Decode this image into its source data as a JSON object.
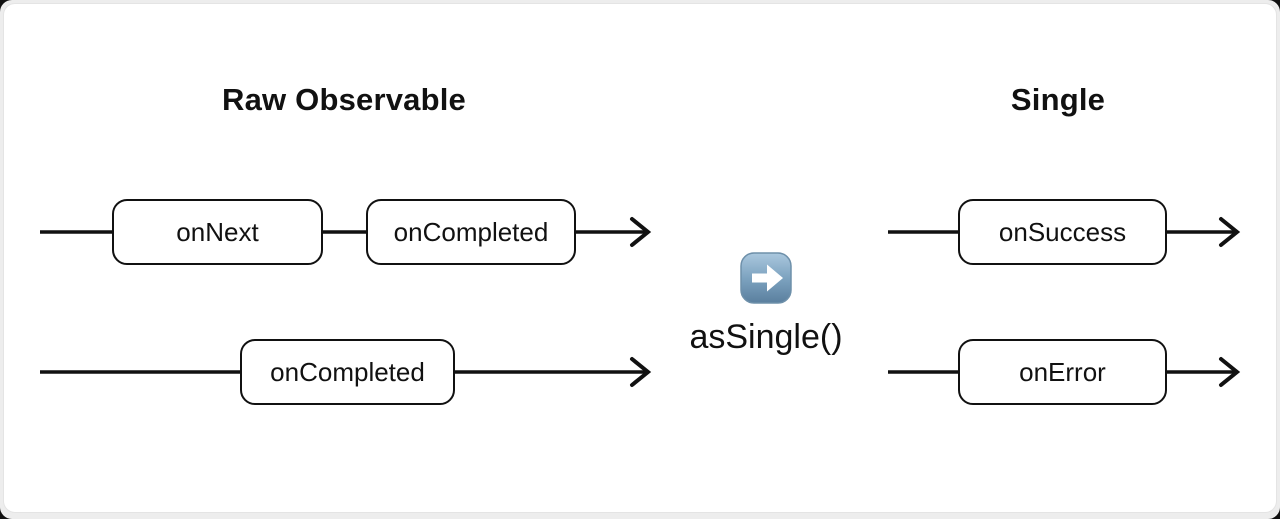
{
  "diagram": {
    "left": {
      "title": "Raw Observable",
      "rows": [
        {
          "events": [
            "onNext",
            "onCompleted"
          ]
        },
        {
          "events": [
            "onCompleted"
          ]
        }
      ]
    },
    "operator": {
      "icon": "arrow-right-emoji-icon",
      "label": "asSingle()"
    },
    "right": {
      "title": "Single",
      "rows": [
        {
          "events": [
            "onSuccess"
          ]
        },
        {
          "events": [
            "onError"
          ]
        }
      ]
    }
  },
  "colors": {
    "line": "#111111",
    "box_border": "#111111",
    "box_fill": "#ffffff",
    "card_bg": "#ffffff",
    "page_bg": "#ededed",
    "emoji_blue_top": "#abc8de",
    "emoji_blue_mid": "#7da3c0",
    "emoji_blue_bottom": "#5a7f9e",
    "emoji_arrow": "#ffffff"
  }
}
